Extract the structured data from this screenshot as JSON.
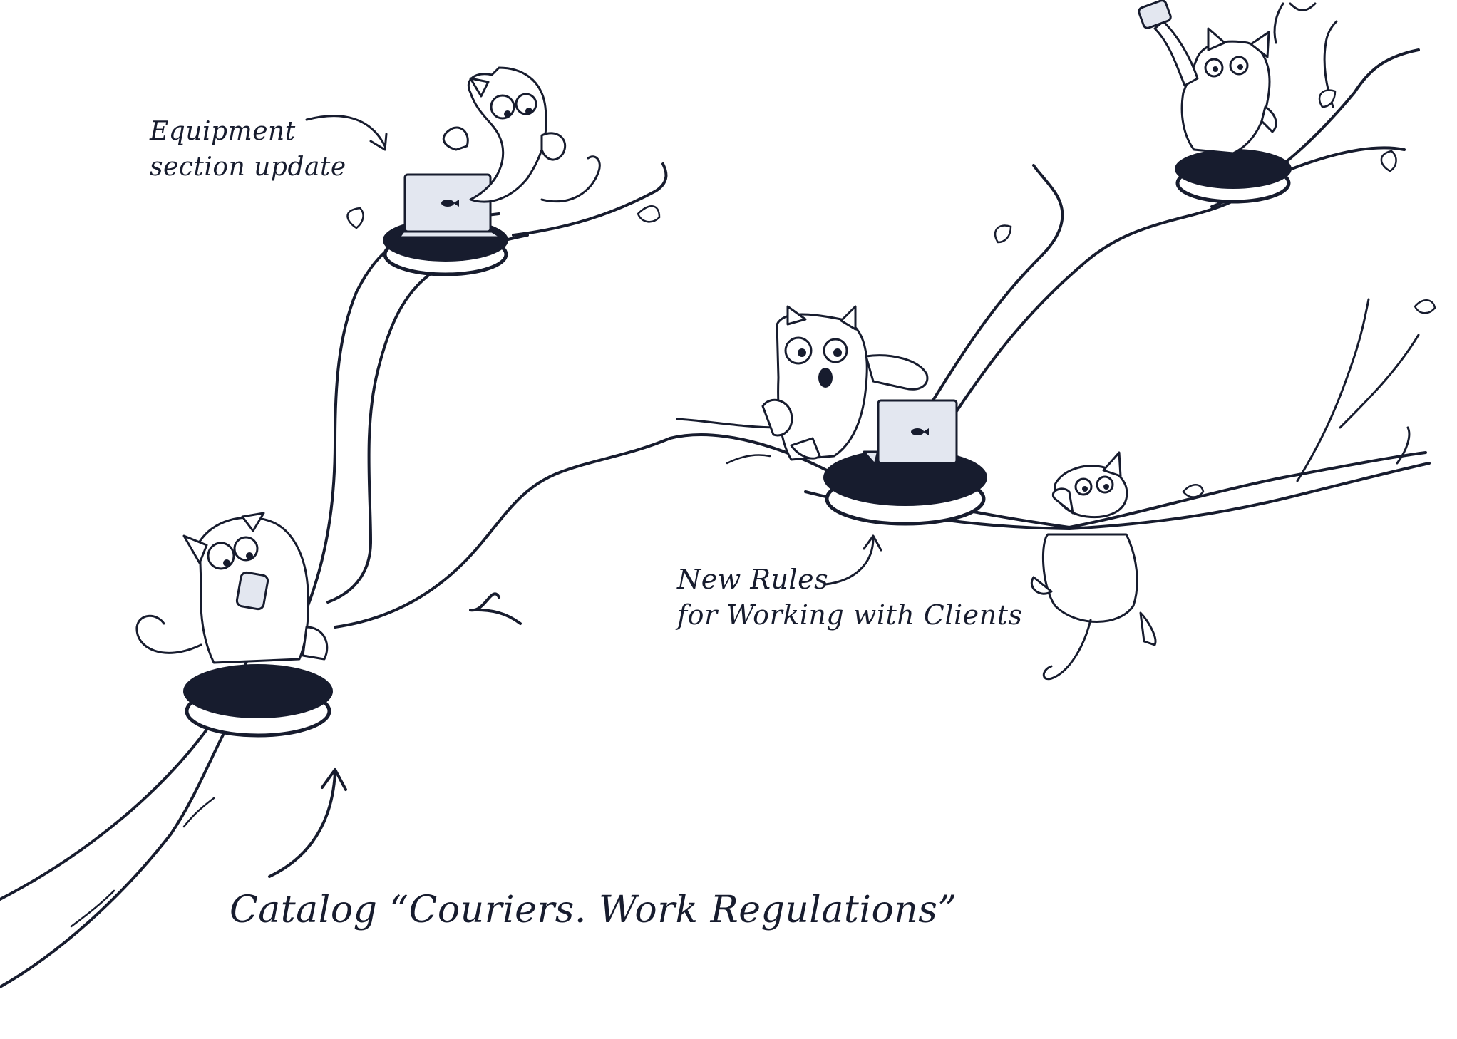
{
  "labels": {
    "equipment": {
      "line1": "Equipment",
      "line2": "section update"
    },
    "rules": {
      "line1": "New Rules",
      "line2": "for Working with Clients"
    },
    "catalog": "Catalog “Couriers. Work Regulations”"
  },
  "colors": {
    "ink": "#171c2e",
    "background": "#ffffff",
    "screen": "#e3e7f0"
  },
  "icons": [
    "fish-logo-icon",
    "phone-icon",
    "robot-vacuum-icon",
    "cat-icon",
    "leaf-icon",
    "arrow-icon"
  ]
}
